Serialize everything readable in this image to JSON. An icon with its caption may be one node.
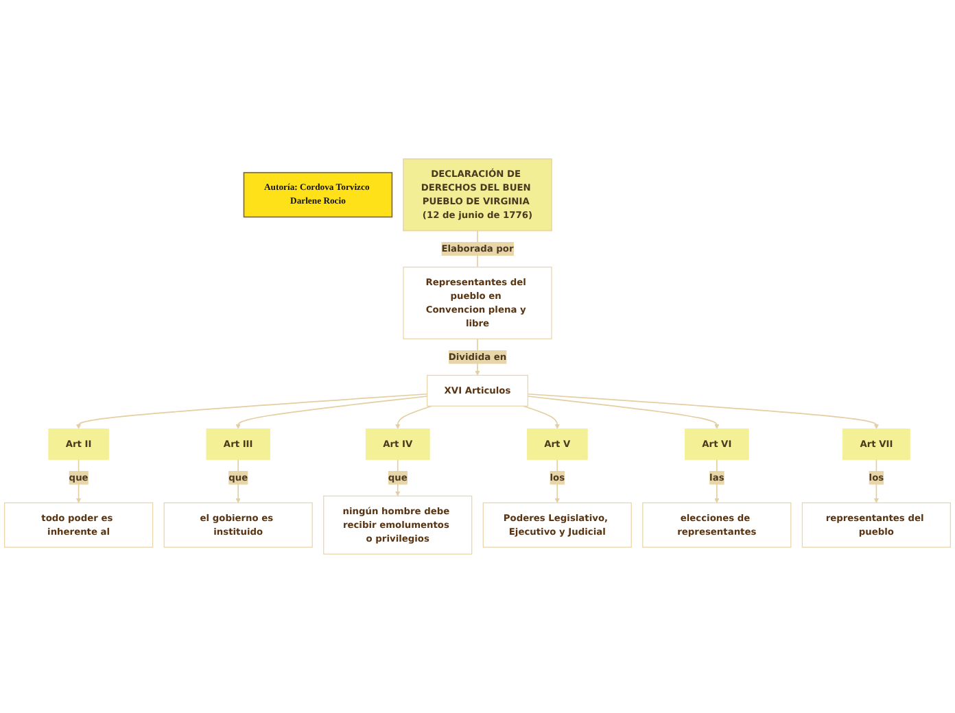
{
  "diagram": {
    "nodes": [
      {
        "text": [
          "Autoría: Cordova Torvizco Darlene Rocio"
        ]
      },
      {
        "text": [
          "DECLARACIÓN DE DERECHOS DEL BUEN PUEBLO DE VIRGINIA (12 de junio de 1776)"
        ]
      },
      {
        "text": [
          "Representantes del pueblo en Convencion plena y libre"
        ]
      },
      {
        "text": [
          "XVI Articulos"
        ]
      },
      {
        "text": [
          "Art II"
        ]
      },
      {
        "text": [
          "Art III"
        ]
      },
      {
        "text": [
          "Art IV"
        ]
      },
      {
        "text": [
          "Art V"
        ]
      },
      {
        "text": [
          "Art VI"
        ]
      },
      {
        "text": [
          "Art VII"
        ]
      },
      {
        "text": [
          "todo poder es inherente al"
        ]
      },
      {
        "text": [
          "el gobierno es instituido"
        ]
      },
      {
        "text": [
          "ningún hombre debe recibir emolumentos o privilegios"
        ]
      },
      {
        "text": [
          "Poderes Legislativo, Ejecutivo y Judicial"
        ]
      },
      {
        "text": [
          "elecciones de representantes"
        ]
      },
      {
        "text": [
          "representantes del pueblo"
        ]
      }
    ],
    "edges": [
      {
        "from": 1,
        "to": 2,
        "arrow": "none",
        "label": "Elaborada por"
      },
      {
        "from": 2,
        "to": 3,
        "arrow": "to",
        "label": "Dividida en"
      },
      {
        "from": 3,
        "to": 4,
        "arrow": "to"
      },
      {
        "from": 3,
        "to": 5,
        "arrow": "to"
      },
      {
        "from": 3,
        "to": 6,
        "arrow": "to"
      },
      {
        "from": 3,
        "to": 7,
        "arrow": "to"
      },
      {
        "from": 3,
        "to": 8,
        "arrow": "to"
      },
      {
        "from": 3,
        "to": 9,
        "arrow": "to"
      },
      {
        "from": 4,
        "to": 10,
        "arrow": "to",
        "label": "que"
      },
      {
        "from": 5,
        "to": 11,
        "arrow": "to",
        "label": "que"
      },
      {
        "from": 6,
        "to": 12,
        "arrow": "to",
        "label": "que"
      },
      {
        "from": 7,
        "to": 13,
        "arrow": "to",
        "label": "los"
      },
      {
        "from": 8,
        "to": 14,
        "arrow": "to",
        "label": "las"
      },
      {
        "from": 9,
        "to": 15,
        "arrow": "to",
        "label": "los"
      }
    ]
  }
}
